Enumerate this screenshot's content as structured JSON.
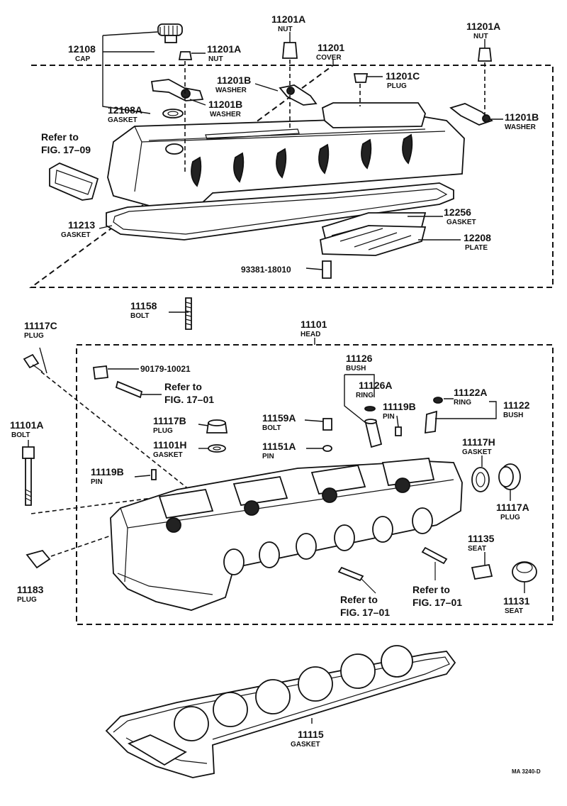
{
  "parts": [
    {
      "key": "p12108",
      "number": "12108",
      "name": "CAP"
    },
    {
      "key": "p11201A_1",
      "number": "11201A",
      "name": "NUT"
    },
    {
      "key": "p11201A_2",
      "number": "11201A",
      "name": "NUT"
    },
    {
      "key": "p11201A_3",
      "number": "11201A",
      "name": "NUT"
    },
    {
      "key": "p11201",
      "number": "11201",
      "name": "COVER"
    },
    {
      "key": "p11201B_1",
      "number": "11201B",
      "name": "WASHER"
    },
    {
      "key": "p11201C",
      "number": "11201C",
      "name": "PLUG"
    },
    {
      "key": "p12108A",
      "number": "12108A",
      "name": "GASKET"
    },
    {
      "key": "p11201B_2",
      "number": "11201B",
      "name": "WASHER"
    },
    {
      "key": "p11201B_3",
      "number": "11201B",
      "name": "WASHER"
    },
    {
      "key": "p11213",
      "number": "11213",
      "name": "GASKET"
    },
    {
      "key": "p12256",
      "number": "12256",
      "name": "GASKET"
    },
    {
      "key": "p12208",
      "number": "12208",
      "name": "PLATE"
    },
    {
      "key": "p93381",
      "number": "93381-18010",
      "name": ""
    },
    {
      "key": "p11158",
      "number": "11158",
      "name": "BOLT"
    },
    {
      "key": "p11117C",
      "number": "11117C",
      "name": "PLUG"
    },
    {
      "key": "p11101",
      "number": "11101",
      "name": "HEAD"
    },
    {
      "key": "p11126",
      "number": "11126",
      "name": "BUSH"
    },
    {
      "key": "p90179",
      "number": "90179-10021",
      "name": ""
    },
    {
      "key": "p11126A",
      "number": "11126A",
      "name": "RING"
    },
    {
      "key": "p11119B_1",
      "number": "11119B",
      "name": "PIN"
    },
    {
      "key": "p11122A",
      "number": "11122A",
      "name": "RING"
    },
    {
      "key": "p11122",
      "number": "11122",
      "name": "BUSH"
    },
    {
      "key": "p11101A",
      "number": "11101A",
      "name": "BOLT"
    },
    {
      "key": "p11117B",
      "number": "11117B",
      "name": "PLUG"
    },
    {
      "key": "p11159A",
      "number": "11159A",
      "name": "BOLT"
    },
    {
      "key": "p11101H",
      "number": "11101H",
      "name": "GASKET"
    },
    {
      "key": "p11151A",
      "number": "11151A",
      "name": "PIN"
    },
    {
      "key": "p11117H",
      "number": "11117H",
      "name": "GASKET"
    },
    {
      "key": "p11119B_2",
      "number": "11119B",
      "name": "PIN"
    },
    {
      "key": "p11117A",
      "number": "11117A",
      "name": "PLUG"
    },
    {
      "key": "p11135",
      "number": "11135",
      "name": "SEAT"
    },
    {
      "key": "p11183",
      "number": "11183",
      "name": "PLUG"
    },
    {
      "key": "p11131",
      "number": "11131",
      "name": "SEAT"
    },
    {
      "key": "p11115",
      "number": "11115",
      "name": "GASKET"
    }
  ],
  "references": [
    {
      "key": "ref_fig1709",
      "line1": "Refer to",
      "line2": "FIG. 17–09"
    },
    {
      "key": "ref_fig1701_a",
      "line1": "Refer to",
      "line2": "FIG. 17–01"
    },
    {
      "key": "ref_fig1701_b",
      "line1": "Refer to",
      "line2": "FIG. 17–01"
    },
    {
      "key": "ref_fig1701_c",
      "line1": "Refer to",
      "line2": "FIG. 17–01"
    }
  ],
  "drawing_code": "MA 3240-D"
}
